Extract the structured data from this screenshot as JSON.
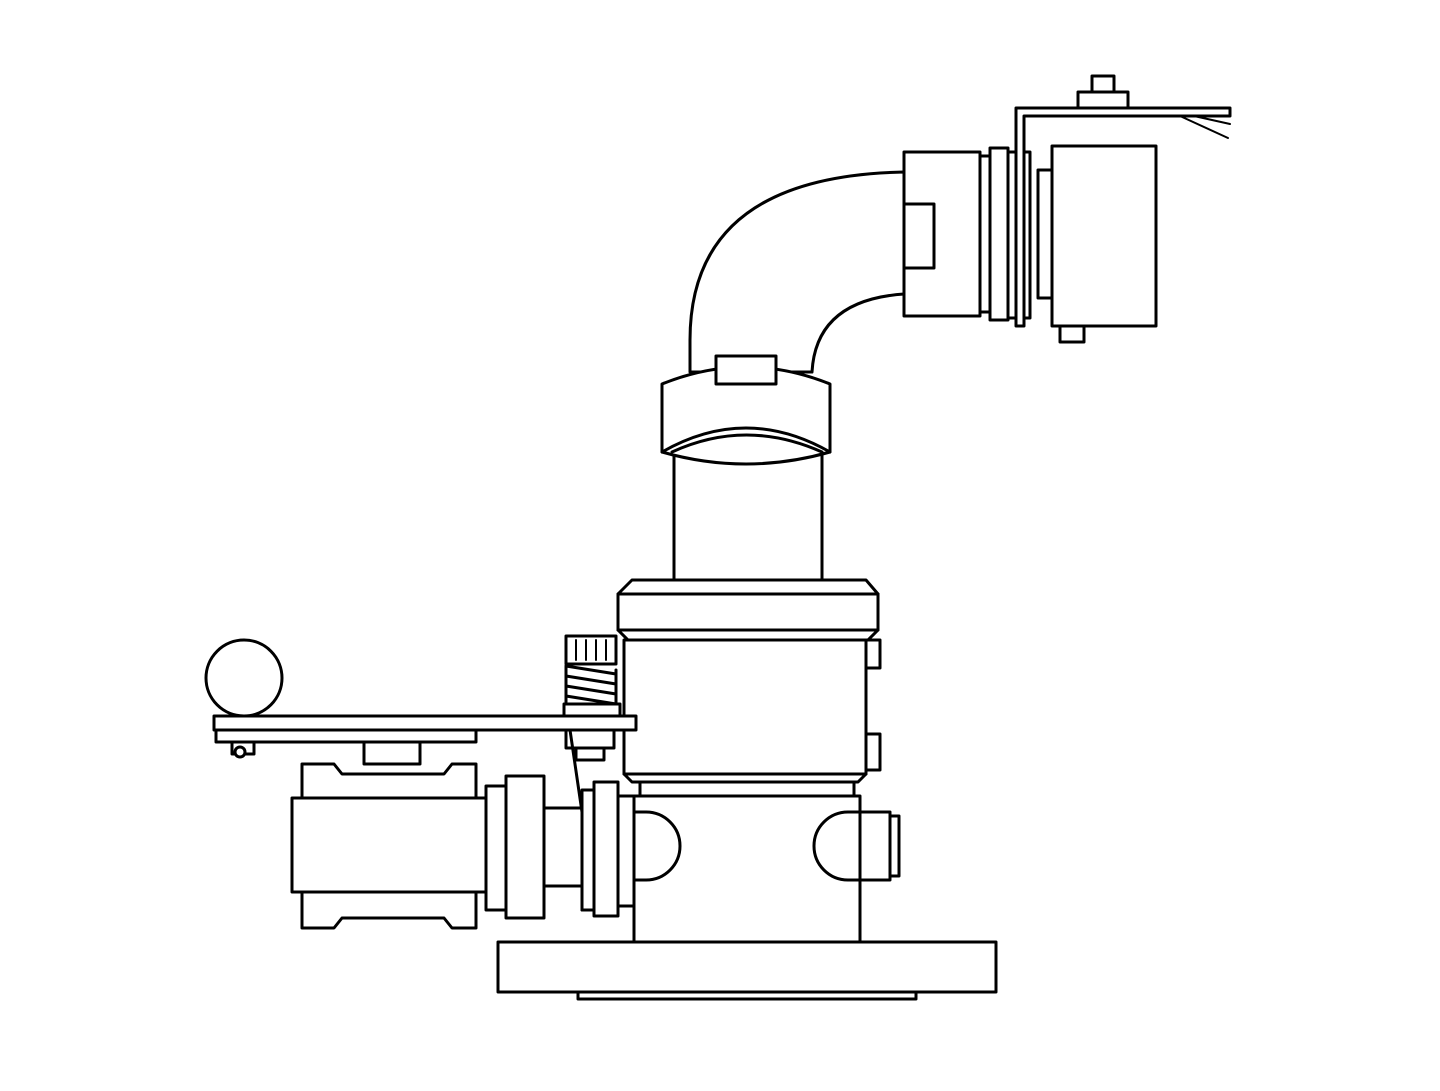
{
  "diagram": {
    "kind": "line-drawing",
    "stroke_color": "#000000",
    "background_color": "#ffffff",
    "components": [
      "base-flange",
      "lower-body",
      "side-port-left",
      "side-port-right",
      "upper-body",
      "riser-pipe",
      "union-nut",
      "elbow",
      "outlet-nut",
      "outlet-box",
      "mounting-bracket",
      "actuator-valve",
      "lever-arm",
      "lever-ball",
      "spring-stop"
    ]
  }
}
